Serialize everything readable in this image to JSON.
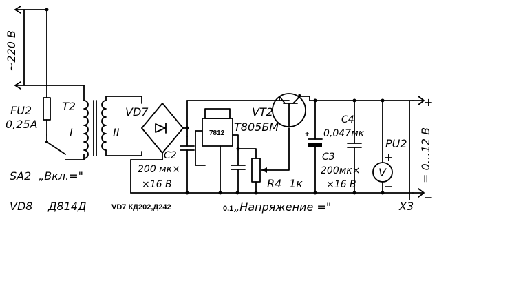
{
  "labels": {
    "mains": "~220 В",
    "fuse_ref": "FU2",
    "fuse_val": "0,25А",
    "transformer": "T2",
    "winding_primary": "I",
    "winding_secondary": "II",
    "switch_ref": "SA2",
    "switch_val": "„Вкл.=\"",
    "bridge": "VD7",
    "c2_ref": "C2",
    "c2_val1": "200 мк×",
    "c2_val2": "×16 В",
    "regulator": "7812",
    "transistor_ref": "VT2",
    "transistor_type": "T805БМ",
    "c4_ref": "C4",
    "c4_val": "0,047мк",
    "c3_ref": "C3",
    "c3_val1": "200мк×",
    "c3_val2": "×16 В",
    "meter_ref": "PU2",
    "meter_symbol": "V",
    "pot_ref": "R4",
    "pot_val": "1к",
    "out_range": "= 0…12 В",
    "zener": "VD8",
    "zener_type": "Д814Д",
    "bridge_note": "VD7 КД202,Д242",
    "pot_cap_val": "0.1",
    "voltage_label": "„Напряжение =\"",
    "output_conn": "X3",
    "plus": "+",
    "minus": "−"
  }
}
